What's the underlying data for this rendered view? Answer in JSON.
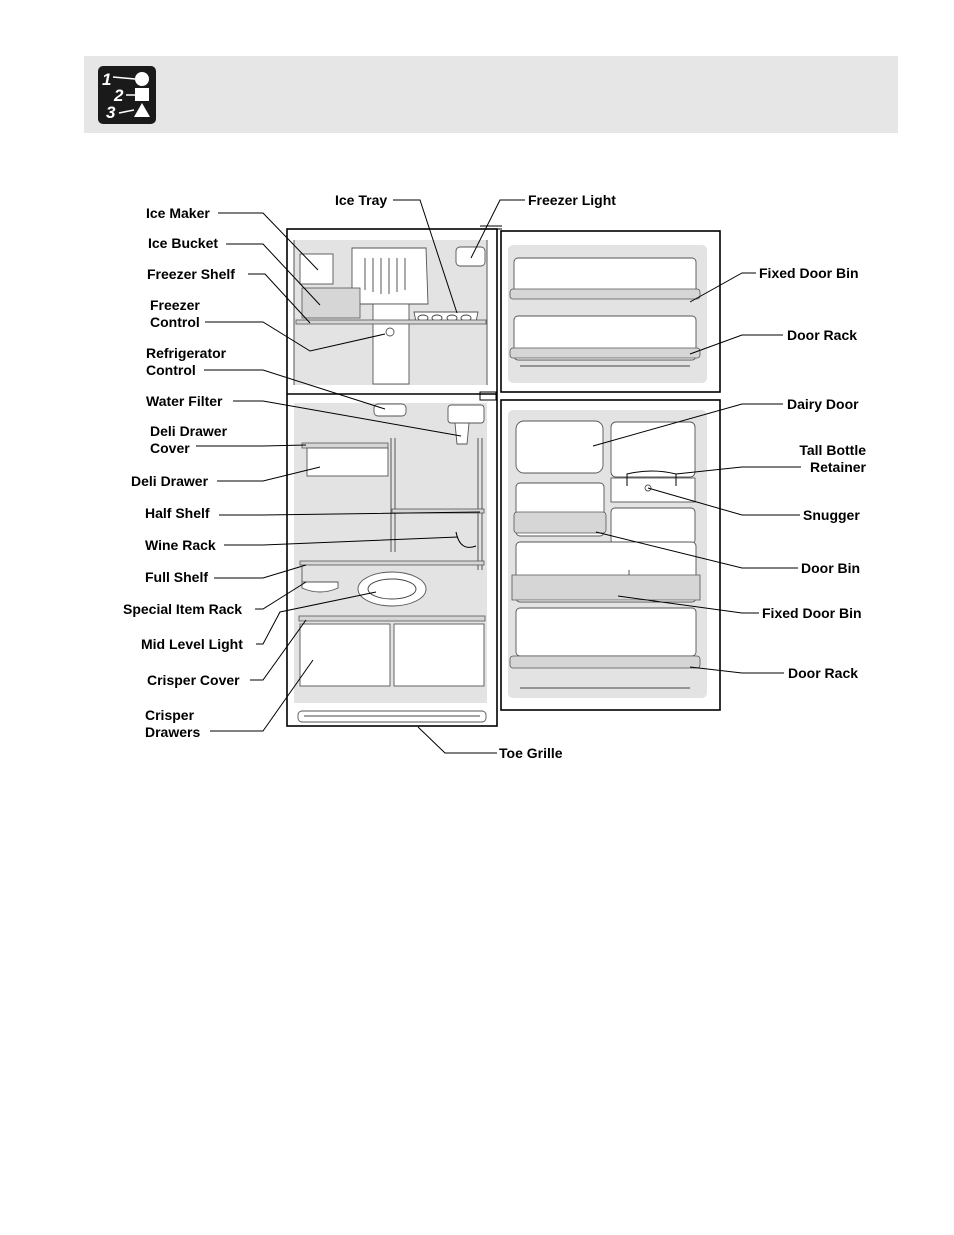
{
  "header": {
    "badge_icon": "steps-1-2-3-icon"
  },
  "labels": {
    "ice_maker": "Ice Maker",
    "ice_bucket": "Ice Bucket",
    "freezer_shelf": "Freezer Shelf",
    "freezer_control_1": "Freezer",
    "freezer_control_2": "Control",
    "refrigerator_control_1": "Refrigerator",
    "refrigerator_control_2": "Control",
    "water_filter": "Water Filter",
    "deli_drawer_cover_1": "Deli Drawer",
    "deli_drawer_cover_2": "Cover",
    "deli_drawer": "Deli Drawer",
    "half_shelf": "Half Shelf",
    "wine_rack": "Wine Rack",
    "full_shelf": "Full Shelf",
    "special_item_rack": "Special Item Rack",
    "mid_level_light": "Mid Level Light",
    "crisper_cover": "Crisper Cover",
    "crisper_drawers_1": "Crisper",
    "crisper_drawers_2": "Drawers",
    "ice_tray": "Ice Tray",
    "freezer_light": "Freezer Light",
    "fixed_door_bin_top": "Fixed Door Bin",
    "door_rack_top": "Door Rack",
    "dairy_door": "Dairy Door",
    "tall_bottle_retainer_1": "Tall Bottle",
    "tall_bottle_retainer_2": "Retainer",
    "snugger": "Snugger",
    "door_bin": "Door Bin",
    "fixed_door_bin_bottom": "Fixed Door Bin",
    "door_rack_bottom": "Door Rack",
    "toe_grille": "Toe Grille"
  }
}
